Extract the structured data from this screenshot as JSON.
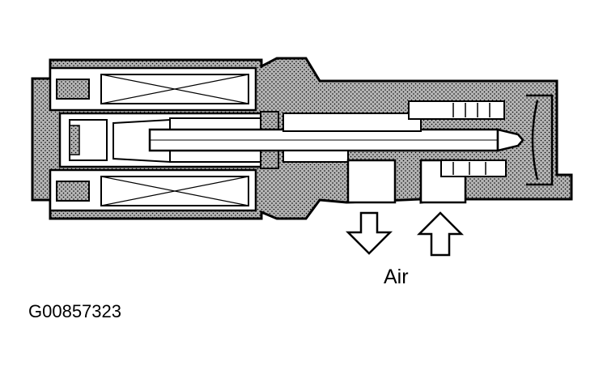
{
  "diagram": {
    "air_label": "Air",
    "figure_id": "G00857323",
    "colors": {
      "ink": "#000000",
      "paper": "#ffffff"
    },
    "flow_arrows": [
      {
        "name": "air-outflow-arrow",
        "direction": "down"
      },
      {
        "name": "air-inflow-arrow",
        "direction": "up"
      }
    ]
  }
}
